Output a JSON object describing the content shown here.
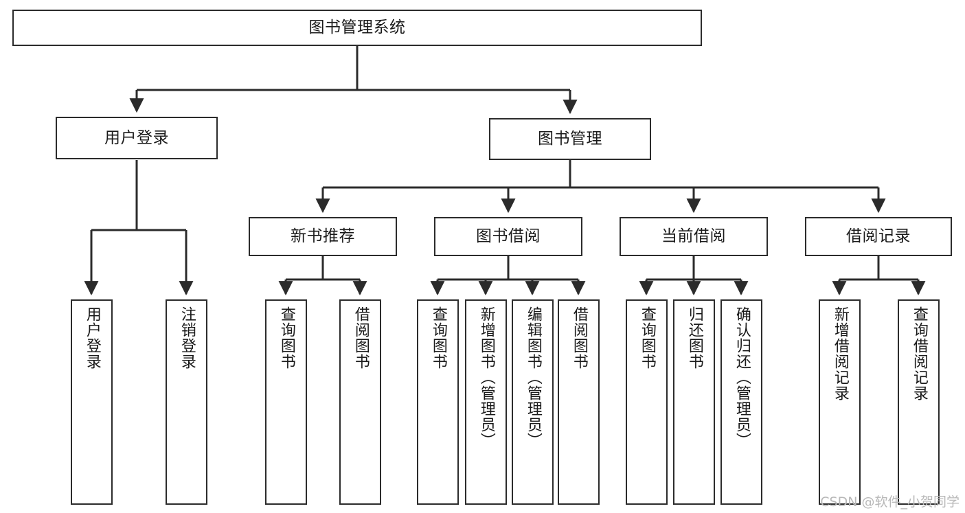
{
  "diagram": {
    "title": "图书管理系统",
    "type": "tree-hierarchy-diagram",
    "colors": {
      "box_border": "#2b2b2b",
      "box_fill": "#ffffff",
      "edge": "#2b2b2b",
      "text": "#1a1a1a",
      "watermark": "#b8b8b8"
    },
    "nodes": {
      "root": {
        "label": "图书管理系统"
      },
      "level2": [
        {
          "label": "用户登录"
        },
        {
          "label": "图书管理"
        }
      ],
      "level3": [
        {
          "label": "新书推荐"
        },
        {
          "label": "图书借阅"
        },
        {
          "label": "当前借阅"
        },
        {
          "label": "借阅记录"
        }
      ],
      "leaves": {
        "user_login": [
          {
            "label": "用户登录"
          },
          {
            "label": "注销登录"
          }
        ],
        "new_book_recommend": [
          {
            "label": "查询图书"
          },
          {
            "label": "借阅图书"
          }
        ],
        "book_borrow": [
          {
            "label": "查询图书"
          },
          {
            "label": "新增图书（管理员）"
          },
          {
            "label": "编辑图书（管理员）"
          },
          {
            "label": "借阅图书"
          }
        ],
        "current_borrow": [
          {
            "label": "查询图书"
          },
          {
            "label": "归还图书"
          },
          {
            "label": "确认归还（管理员）"
          }
        ],
        "borrow_record": [
          {
            "label": "新增借阅记录"
          },
          {
            "label": "查询借阅记录"
          }
        ]
      }
    },
    "watermark": "CSDN @软件_小贺同学"
  }
}
